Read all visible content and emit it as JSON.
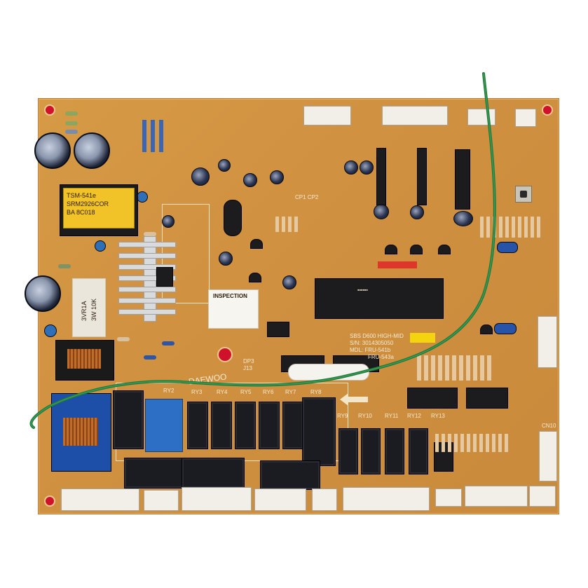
{
  "board": {
    "transformer_label_lines": [
      "TSM-541e",
      "SRM2926COR",
      "BA 8C018"
    ],
    "inspection_title": "INSPECTION",
    "relay_label_lines": [
      "3VR1A",
      "3W 10K"
    ],
    "model_label_lines": [
      "SBS D600 HIGH-MID",
      "S/N: 3014305050",
      "MDL: FRU-541b",
      "FRU-543a"
    ],
    "brand_text": "DAEWOO",
    "designators": {
      "cp1_cp2": "CP1 CP2",
      "dp3": "DP3",
      "j13": "J13",
      "cn10": "CN10",
      "ry2": "RY2",
      "ry3": "RY3",
      "ry4": "RY4",
      "ry5": "RY5",
      "ry6": "RY6",
      "ry7": "RY7",
      "ry8": "RY8",
      "ry9": "RY9",
      "ry10": "RY10",
      "ry11": "RY11",
      "ry12": "RY12",
      "ry13": "RY13"
    },
    "colors": {
      "pcb": "#cf9040",
      "wire": "#1f7a3a",
      "relay_blue": "#2d6fc4",
      "mount_hole": "#d0112b"
    }
  }
}
